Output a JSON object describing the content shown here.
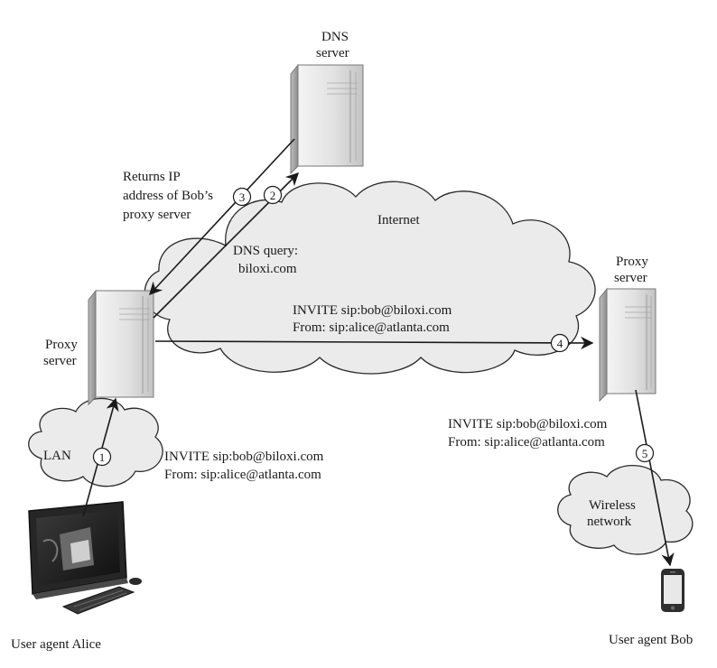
{
  "nodes": {
    "dns_server": [
      "DNS",
      "server"
    ],
    "proxy_alice": [
      "Proxy",
      "server"
    ],
    "proxy_bob": [
      "Proxy",
      "server"
    ],
    "alice": "User agent Alice",
    "bob": "User agent Bob"
  },
  "clouds": {
    "internet": "Internet",
    "lan": "LAN",
    "wireless": [
      "Wireless",
      "network"
    ]
  },
  "steps": [
    "1",
    "2",
    "3",
    "4",
    "5"
  ],
  "annotations": {
    "returns_ip": [
      "Returns IP",
      "address of Bob’s",
      "proxy server"
    ],
    "dns_query": [
      "DNS query:",
      "biloxi.com"
    ],
    "invite_internet": [
      "INVITE sip:bob@biloxi.com",
      "From: sip:alice@atlanta.com"
    ],
    "invite_lan": [
      "INVITE sip:bob@biloxi.com",
      "From: sip:alice@atlanta.com"
    ],
    "invite_bob": [
      "INVITE sip:bob@biloxi.com",
      "From: sip:alice@atlanta.com"
    ]
  }
}
